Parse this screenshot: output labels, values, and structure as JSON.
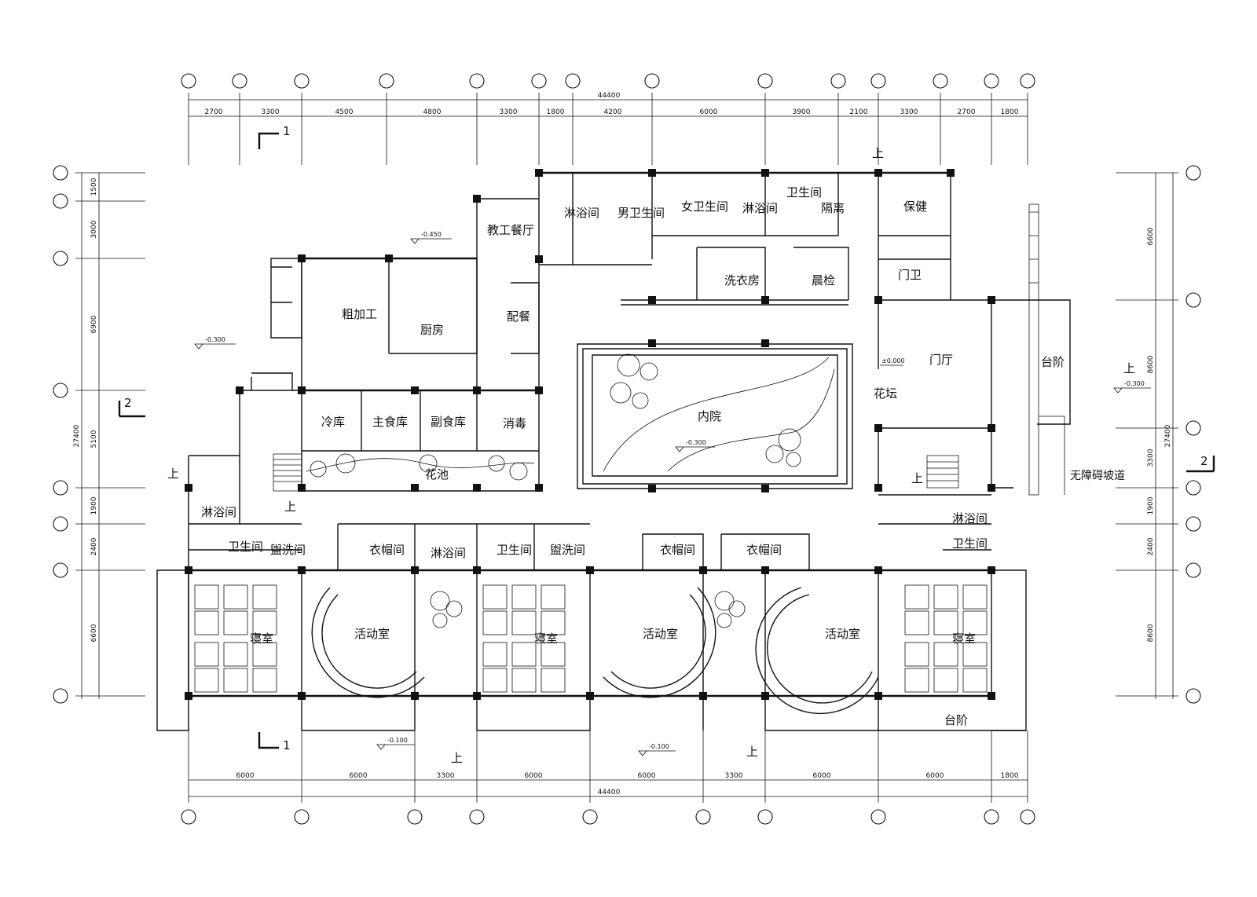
{
  "dimensions": {
    "top": {
      "total": "44400",
      "segments": [
        "2700",
        "3300",
        "4500",
        "4800",
        "3300",
        "1800",
        "4200",
        "6000",
        "3900",
        "2100",
        "3300",
        "2700",
        "1800"
      ]
    },
    "bottom": {
      "total": "44400",
      "segments": [
        "6000",
        "6000",
        "3300",
        "6000",
        "6000",
        "3300",
        "6000",
        "6000",
        "1800"
      ]
    },
    "left": {
      "total": "27400",
      "segments": [
        "1500",
        "3000",
        "6900",
        "5100",
        "1900",
        "2400",
        "6600"
      ]
    },
    "right": {
      "total": "27400",
      "segments": [
        "6600",
        "8600",
        "3300",
        "1900",
        "2400",
        "8600"
      ]
    }
  },
  "rooms": {
    "shower_a": "淋浴间",
    "male_wc": "男卫生间",
    "female_wc": "女卫生间",
    "shower_b": "淋浴间",
    "wc_iso": "卫生间",
    "isolation": "隔离",
    "health_care": "保健",
    "staff_dining": "教工餐厅",
    "laundry": "洗衣房",
    "morning_check": "晨检",
    "guard": "门卫",
    "rough_process": "粗加工",
    "kitchen": "厨房",
    "serving": "配餐",
    "lobby": "门厅",
    "steps": "台阶",
    "cold_store": "冷库",
    "staple_store": "主食库",
    "nonstaple_store": "副食库",
    "disinfect": "消毒",
    "courtyard": "内院",
    "flower_bed": "花坛",
    "flower_pool": "花池",
    "ramp": "无障碍坡道",
    "shower_w": "淋浴间",
    "wc_w": "卫生间",
    "wash_w": "盥洗间",
    "cloak_1": "衣帽间",
    "shower_m": "淋浴间",
    "wc_m": "卫生间",
    "wash_m": "盥洗间",
    "cloak_2": "衣帽间",
    "cloak_3": "衣帽间",
    "shower_e": "淋浴间",
    "wc_e": "卫生间",
    "dorm_1": "寝室",
    "act_1": "活动室",
    "dorm_2": "寝室",
    "act_2": "活动室",
    "act_3": "活动室",
    "dorm_3": "寝室",
    "terrace": "台阶"
  },
  "levels": {
    "l1": "-0.450",
    "l2": "-0.300",
    "l3": "±0.000",
    "l4": "-0.300",
    "l5": "-0.300",
    "l6": "-0.100",
    "l7": "-0.100"
  },
  "marks": {
    "up": "上",
    "section_1": "1",
    "section_2": "2"
  }
}
